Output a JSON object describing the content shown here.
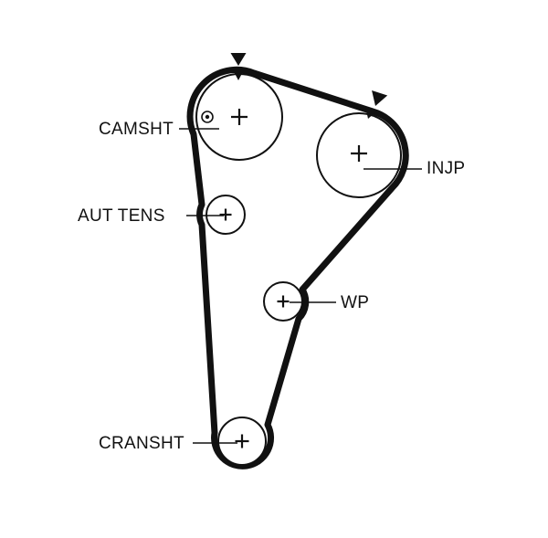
{
  "diagram": {
    "type": "timing-belt-routing-diagram",
    "background": "#ffffff",
    "line_color": "#111111",
    "labels": {
      "camshaft": "CAMSHT",
      "tensioner": "AUT TENS",
      "injection_pump": "INJP",
      "water_pump": "WP",
      "crankshaft": "CRANSHT"
    }
  }
}
